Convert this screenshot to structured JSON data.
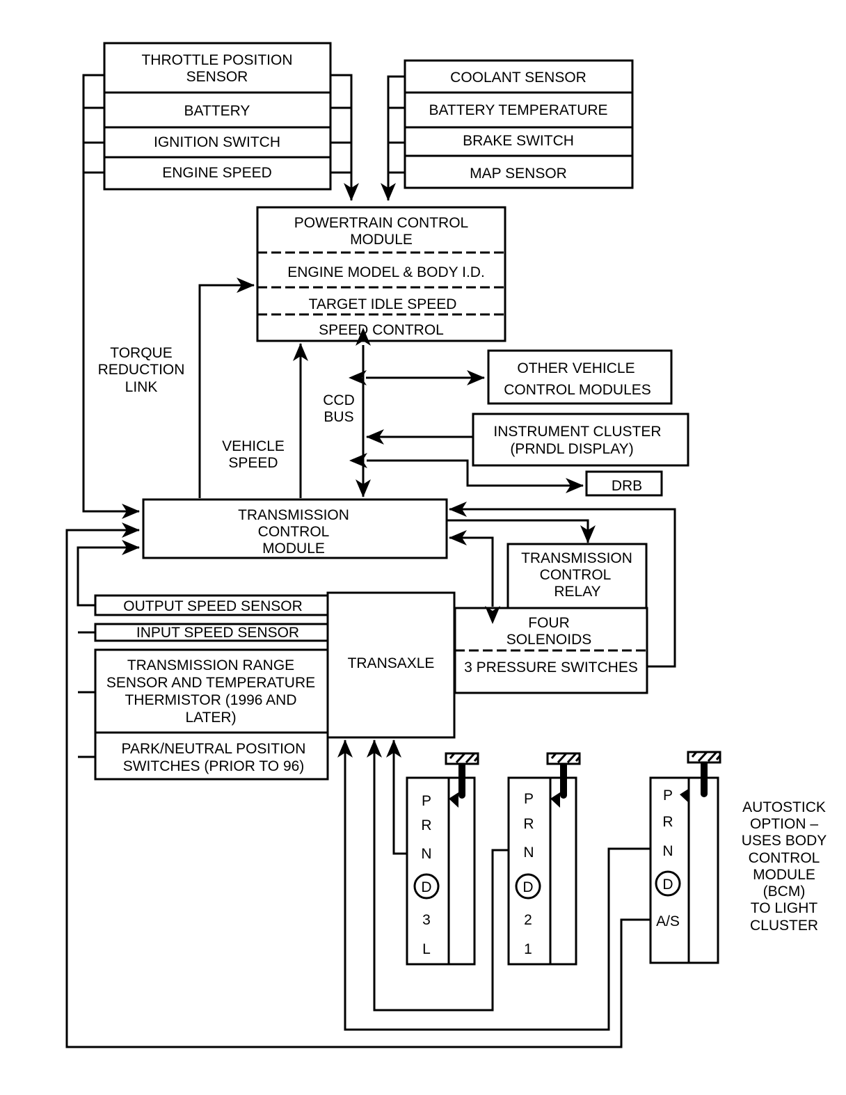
{
  "top_left_sensors": [
    "THROTTLE POSITION SENSOR",
    "BATTERY",
    "IGNITION SWITCH",
    "ENGINE SPEED"
  ],
  "top_right_sensors": [
    "COOLANT SENSOR",
    "BATTERY TEMPERATURE",
    "BRAKE SWITCH",
    "MAP SENSOR"
  ],
  "pcm": {
    "title": "POWERTRAIN CONTROL MODULE",
    "rows": [
      "ENGINE MODEL & BODY I.D.",
      "TARGET IDLE SPEED",
      "SPEED CONTROL"
    ]
  },
  "labels": {
    "torque_link": "TORQUE REDUCTION LINK",
    "vehicle_speed": "VEHICLE SPEED",
    "ccd_bus": "CCD BUS",
    "autostick": "AUTOSTICK OPTION – USES BODY CONTROL MODULE (BCM) TO LIGHT CLUSTER"
  },
  "bus_modules": {
    "other_modules": "OTHER VEHICLE CONTROL MODULES",
    "instrument_cluster": "INSTRUMENT CLUSTER (PRNDL DISPLAY)",
    "drb": "DRB"
  },
  "tcm": "TRANSMISSION CONTROL MODULE",
  "relay": "TRANSMISSION CONTROL RELAY",
  "solenoids": "FOUR SOLENOIDS",
  "pressure_switches": "3 PRESSURE SWITCHES",
  "transaxle": "TRANSAXLE",
  "left_sensors": {
    "output_speed": "OUTPUT SPEED SENSOR",
    "input_speed": "INPUT SPEED SENSOR",
    "range_sensor": "TRANSMISSION RANGE SENSOR AND TEMPERATURE THERMISTOR (1996 AND LATER)",
    "park_neutral": "PARK/NEUTRAL POSITION SWITCHES (PRIOR TO 96)"
  },
  "shifters": [
    {
      "positions": [
        "P",
        "R",
        "N",
        "D",
        "3",
        "L"
      ]
    },
    {
      "positions": [
        "P",
        "R",
        "N",
        "D",
        "2",
        "1"
      ]
    },
    {
      "positions": [
        "P",
        "R",
        "N",
        "D",
        "A/S"
      ]
    }
  ]
}
